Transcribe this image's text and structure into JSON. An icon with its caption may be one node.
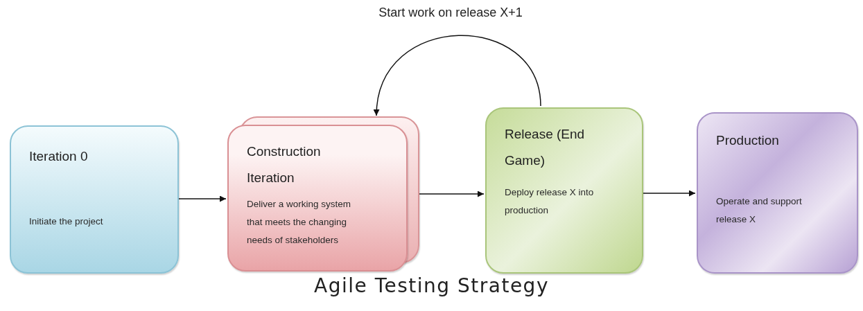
{
  "diagram": {
    "caption": "Agile Testing Strategy",
    "nodes": [
      {
        "text": [
          "Iteration 0",
          "Initiate the project"
        ]
      },
      {
        "text": [
          "Construction Iteration",
          "Deliver a working system that meets the changing needs of stakeholders"
        ]
      },
      {
        "text": [
          "Release (End Game)",
          "Deploy release X into production"
        ]
      },
      {
        "text": [
          "Production",
          "Operate and support release X"
        ]
      }
    ],
    "edges": [
      {
        "from": 0,
        "to": 1,
        "arrow": "to"
      },
      {
        "from": 1,
        "to": 2,
        "arrow": "to"
      },
      {
        "from": 2,
        "to": 3,
        "arrow": "to"
      },
      {
        "from": 2,
        "to": 1,
        "arrow": "to",
        "label": "Start work on release X+1"
      }
    ]
  }
}
